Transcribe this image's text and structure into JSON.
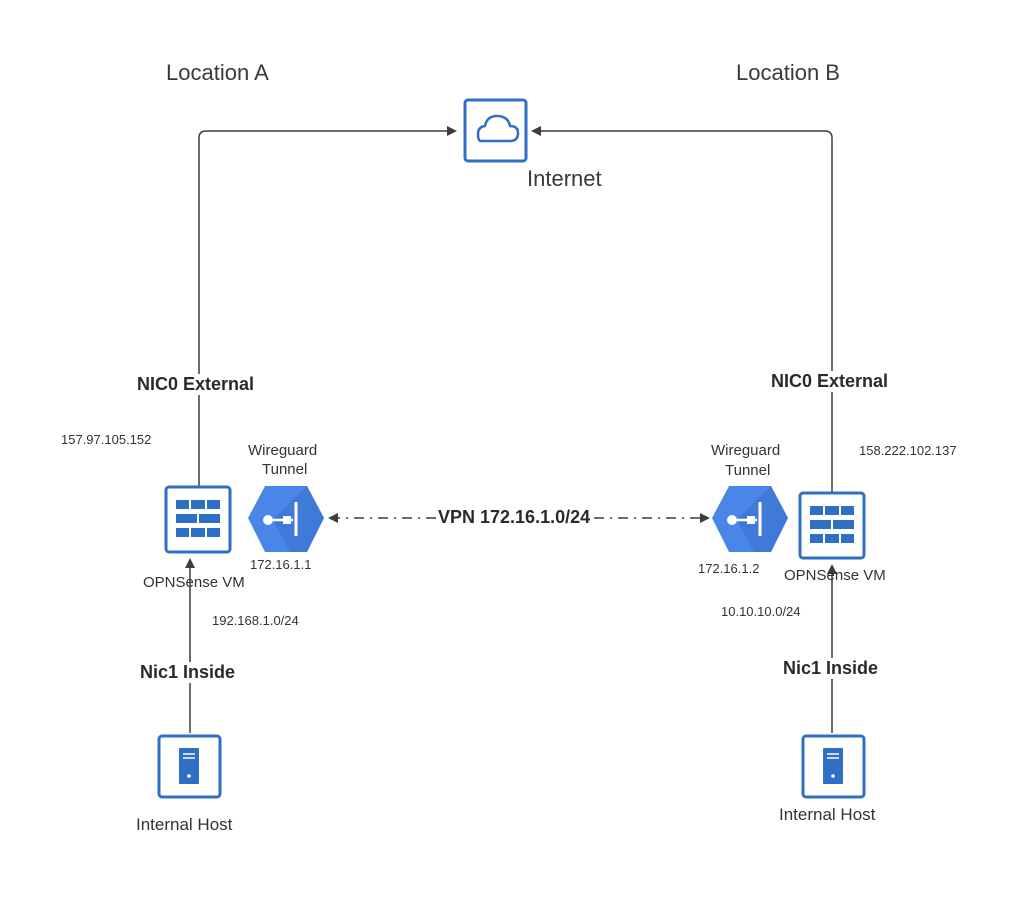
{
  "locations": {
    "a": "Location A",
    "b": "Location B"
  },
  "internet": {
    "label": "Internet",
    "icon": "cloud-icon"
  },
  "site_a": {
    "nic0_label": "NIC0 External",
    "external_ip": "157.97.105.152",
    "tunnel_label_line1": "Wireguard",
    "tunnel_label_line2": "Tunnel",
    "tunnel_ip": "172.16.1.1",
    "vm_label": "OPNSense VM",
    "inside_subnet": "192.168.1.0/24",
    "nic1_label": "Nic1 Inside",
    "host_label": "Internal Host"
  },
  "site_b": {
    "nic0_label": "NIC0 External",
    "external_ip": "158.222.102.137",
    "tunnel_label_line1": "Wireguard",
    "tunnel_label_line2": "Tunnel",
    "tunnel_ip": "172.16.1.2",
    "vm_label": "OPNSense VM",
    "inside_subnet": "10.10.10.0/24",
    "nic1_label": "Nic1 Inside",
    "host_label": "Internal Host"
  },
  "vpn": {
    "label": "VPN 172.16.1.0/24"
  },
  "colors": {
    "icon_blue": "#2f6fc4",
    "tunnel_blue": "#4a86e8",
    "line": "#3d3d3d"
  }
}
